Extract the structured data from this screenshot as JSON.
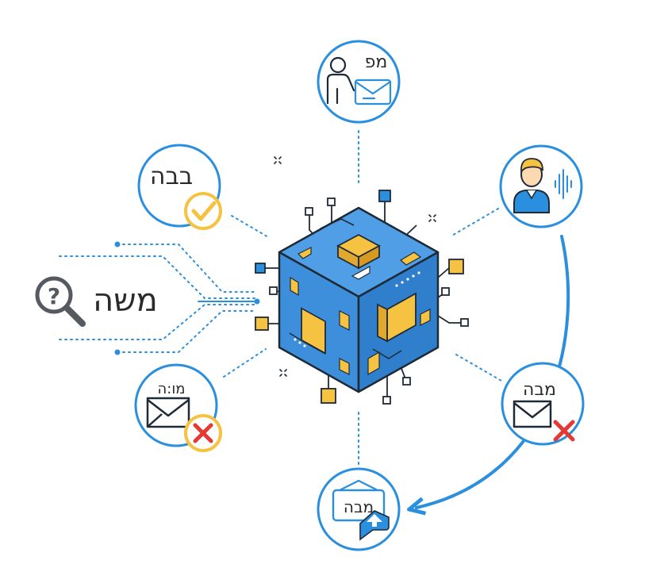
{
  "labels": {
    "top": "מפ",
    "left_upper": "בבה",
    "query": "משה",
    "left_lower": "מו:ה",
    "right_lower": "מבה",
    "bottom": "מבה"
  },
  "icons": {
    "top": "person-sending-envelope-icon",
    "right_upper": "person-voice-wave-icon",
    "left_upper": "check-icon",
    "query": "magnifier-question-icon",
    "left_lower": "envelope-rejected-icon",
    "right_lower": "envelope-rejected-icon",
    "bottom": "message-upload-icon",
    "center": "chip-cube-icon"
  },
  "colors": {
    "blue": "#2a8fde",
    "cube": "#3d8fdc",
    "gold": "#f5c242",
    "red": "#e53935",
    "ink": "#1f2a37"
  }
}
